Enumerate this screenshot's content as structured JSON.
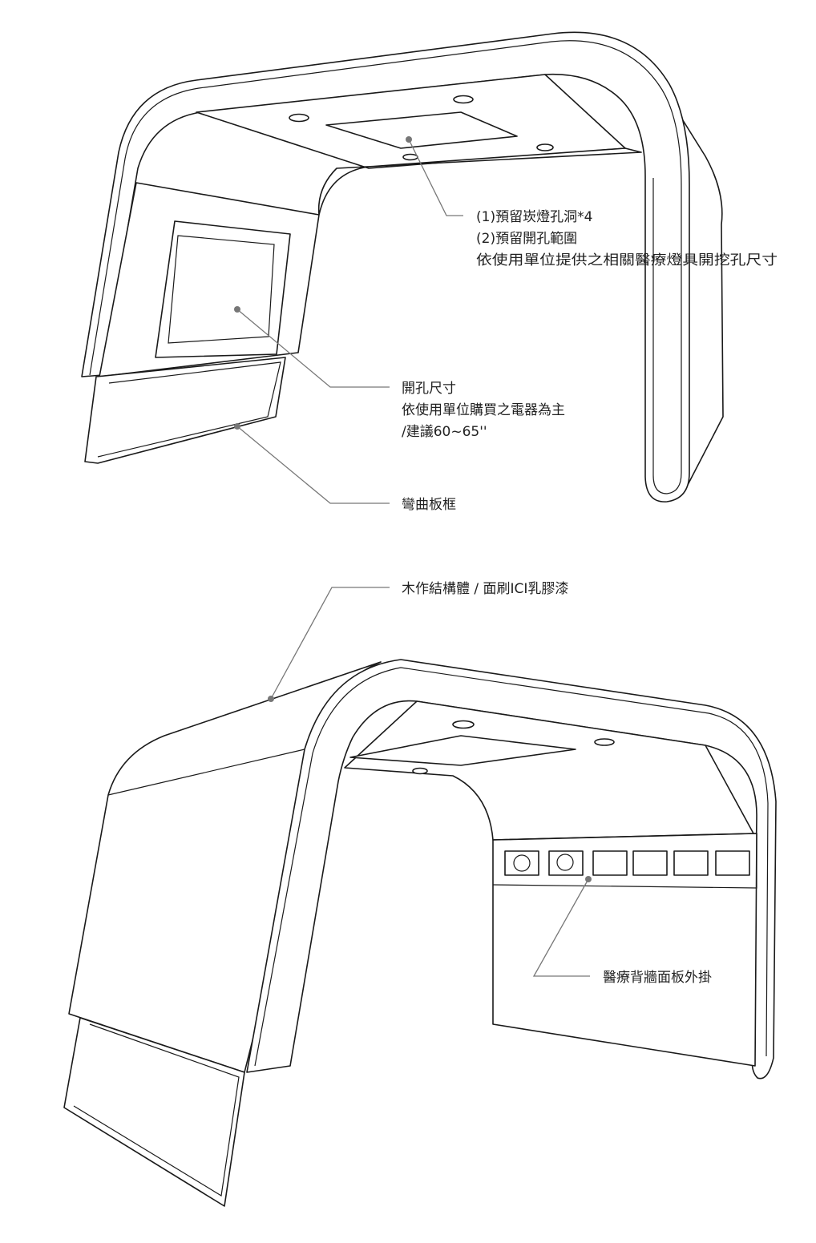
{
  "annotations": {
    "lamp_holes_line1": "(1)預留崁燈孔洞*4",
    "lamp_holes_line2": "(2)預留開孔範圍",
    "lamp_holes_line3": "依使用單位提供之相關醫療燈具開挖孔尺寸",
    "screen_line1": "開孔尺寸",
    "screen_line2": "依使用單位購買之電器為主",
    "screen_line3": "/建議60~65''",
    "curved_frame": "彎曲板框",
    "structure": "木作結構體 / 面刷ICI乳膠漆",
    "medical_panel": "醫療背牆面板外掛"
  },
  "colors": {
    "line": "#1a1a1a",
    "leader": "#777777",
    "text": "#222222",
    "background": "#ffffff"
  }
}
